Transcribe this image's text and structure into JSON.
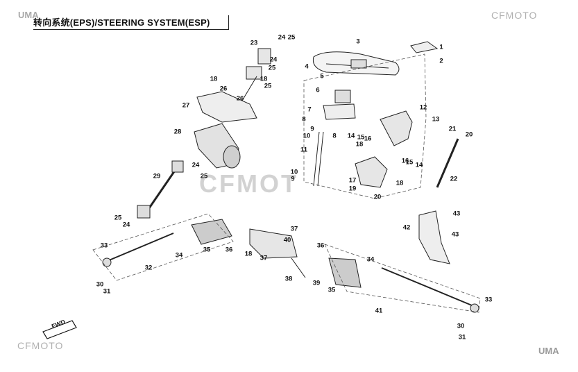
{
  "title": "转向系统(EPS)/STEERING SYSTEM(ESP)",
  "brand_top_right": "CFMOTO",
  "brand_bottom_left": "CFMOTO",
  "watermark_center": "CFMOT",
  "uma_top_left": "UMA",
  "uma_bottom_right": "UMA",
  "fwd_label": "FWD",
  "callouts": [
    "1",
    "2",
    "3",
    "4",
    "5",
    "6",
    "7",
    "8",
    "8",
    "9",
    "9",
    "10",
    "10",
    "11",
    "12",
    "13",
    "14",
    "14",
    "15",
    "15",
    "16",
    "16",
    "17",
    "18",
    "18",
    "18",
    "18",
    "18",
    "19",
    "20",
    "20",
    "21",
    "22",
    "23",
    "24",
    "24",
    "24",
    "24",
    "25",
    "25",
    "25",
    "25",
    "25",
    "26",
    "26",
    "27",
    "28",
    "29",
    "30",
    "30",
    "31",
    "31",
    "32",
    "33",
    "33",
    "34",
    "34",
    "35",
    "35",
    "36",
    "36",
    "37",
    "37",
    "38",
    "39",
    "40",
    "41",
    "42",
    "43",
    "43"
  ]
}
